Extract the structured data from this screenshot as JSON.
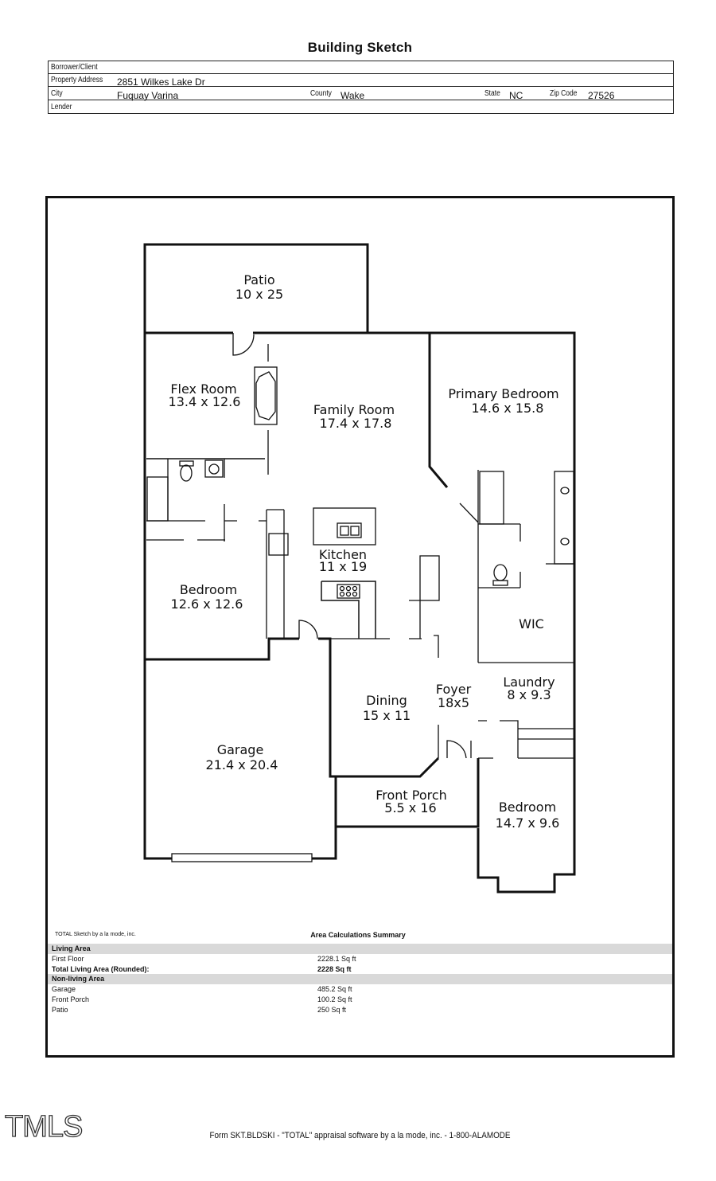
{
  "title": "Building Sketch",
  "header": {
    "borrower_label": "Borrower/Client",
    "borrower_value": "",
    "address_label": "Property Address",
    "address_value": "2851 Wilkes Lake Dr",
    "city_label": "City",
    "city_value": "Fuquay Varina",
    "county_label": "County",
    "county_value": "Wake",
    "state_label": "State",
    "state_value": "NC",
    "zip_label": "Zip Code",
    "zip_value": "27526",
    "lender_label": "Lender",
    "lender_value": ""
  },
  "rooms": {
    "patio": {
      "name": "Patio",
      "dims": "10 x 25"
    },
    "flex": {
      "name": "Flex Room",
      "dims": "13.4 x 12.6"
    },
    "family": {
      "name": "Family Room",
      "dims": "17.4 x 17.8"
    },
    "primary": {
      "name": "Primary Bedroom",
      "dims": "14.6 x 15.8"
    },
    "kitchen": {
      "name": "Kitchen",
      "dims": "11 x 19"
    },
    "bedroom1": {
      "name": "Bedroom",
      "dims": "12.6 x 12.6"
    },
    "wic": {
      "name": "WIC"
    },
    "laundry": {
      "name": "Laundry",
      "dims": "8 x 9.3"
    },
    "foyer": {
      "name": "Foyer",
      "dims": "18x5"
    },
    "dining": {
      "name": "Dining",
      "dims": "15 x 11"
    },
    "garage": {
      "name": "Garage",
      "dims": "21.4 x 20.4"
    },
    "porch": {
      "name": "Front Porch",
      "dims": "5.5 x 16"
    },
    "bedroom2": {
      "name": "Bedroom",
      "dims": "14.7 x 9.6"
    }
  },
  "summary": {
    "credit": "TOTAL Sketch by a la mode, inc.",
    "title": "Area Calculations Summary",
    "living_header": "Living Area",
    "first_floor_label": "First Floor",
    "first_floor_value": "2228.1 Sq ft",
    "total_label": "Total Living Area (Rounded):",
    "total_value": "2228 Sq ft",
    "nonliving_header": "Non-living Area",
    "garage_label": "Garage",
    "garage_value": "485.2 Sq ft",
    "porch_label": "Front Porch",
    "porch_value": "100.2 Sq ft",
    "patio_label": "Patio",
    "patio_value": "250 Sq ft"
  },
  "footer": "Form SKT.BLDSKI - \"TOTAL\" appraisal software by a la mode, inc. - 1-800-ALAMODE",
  "logo": "TMLS"
}
